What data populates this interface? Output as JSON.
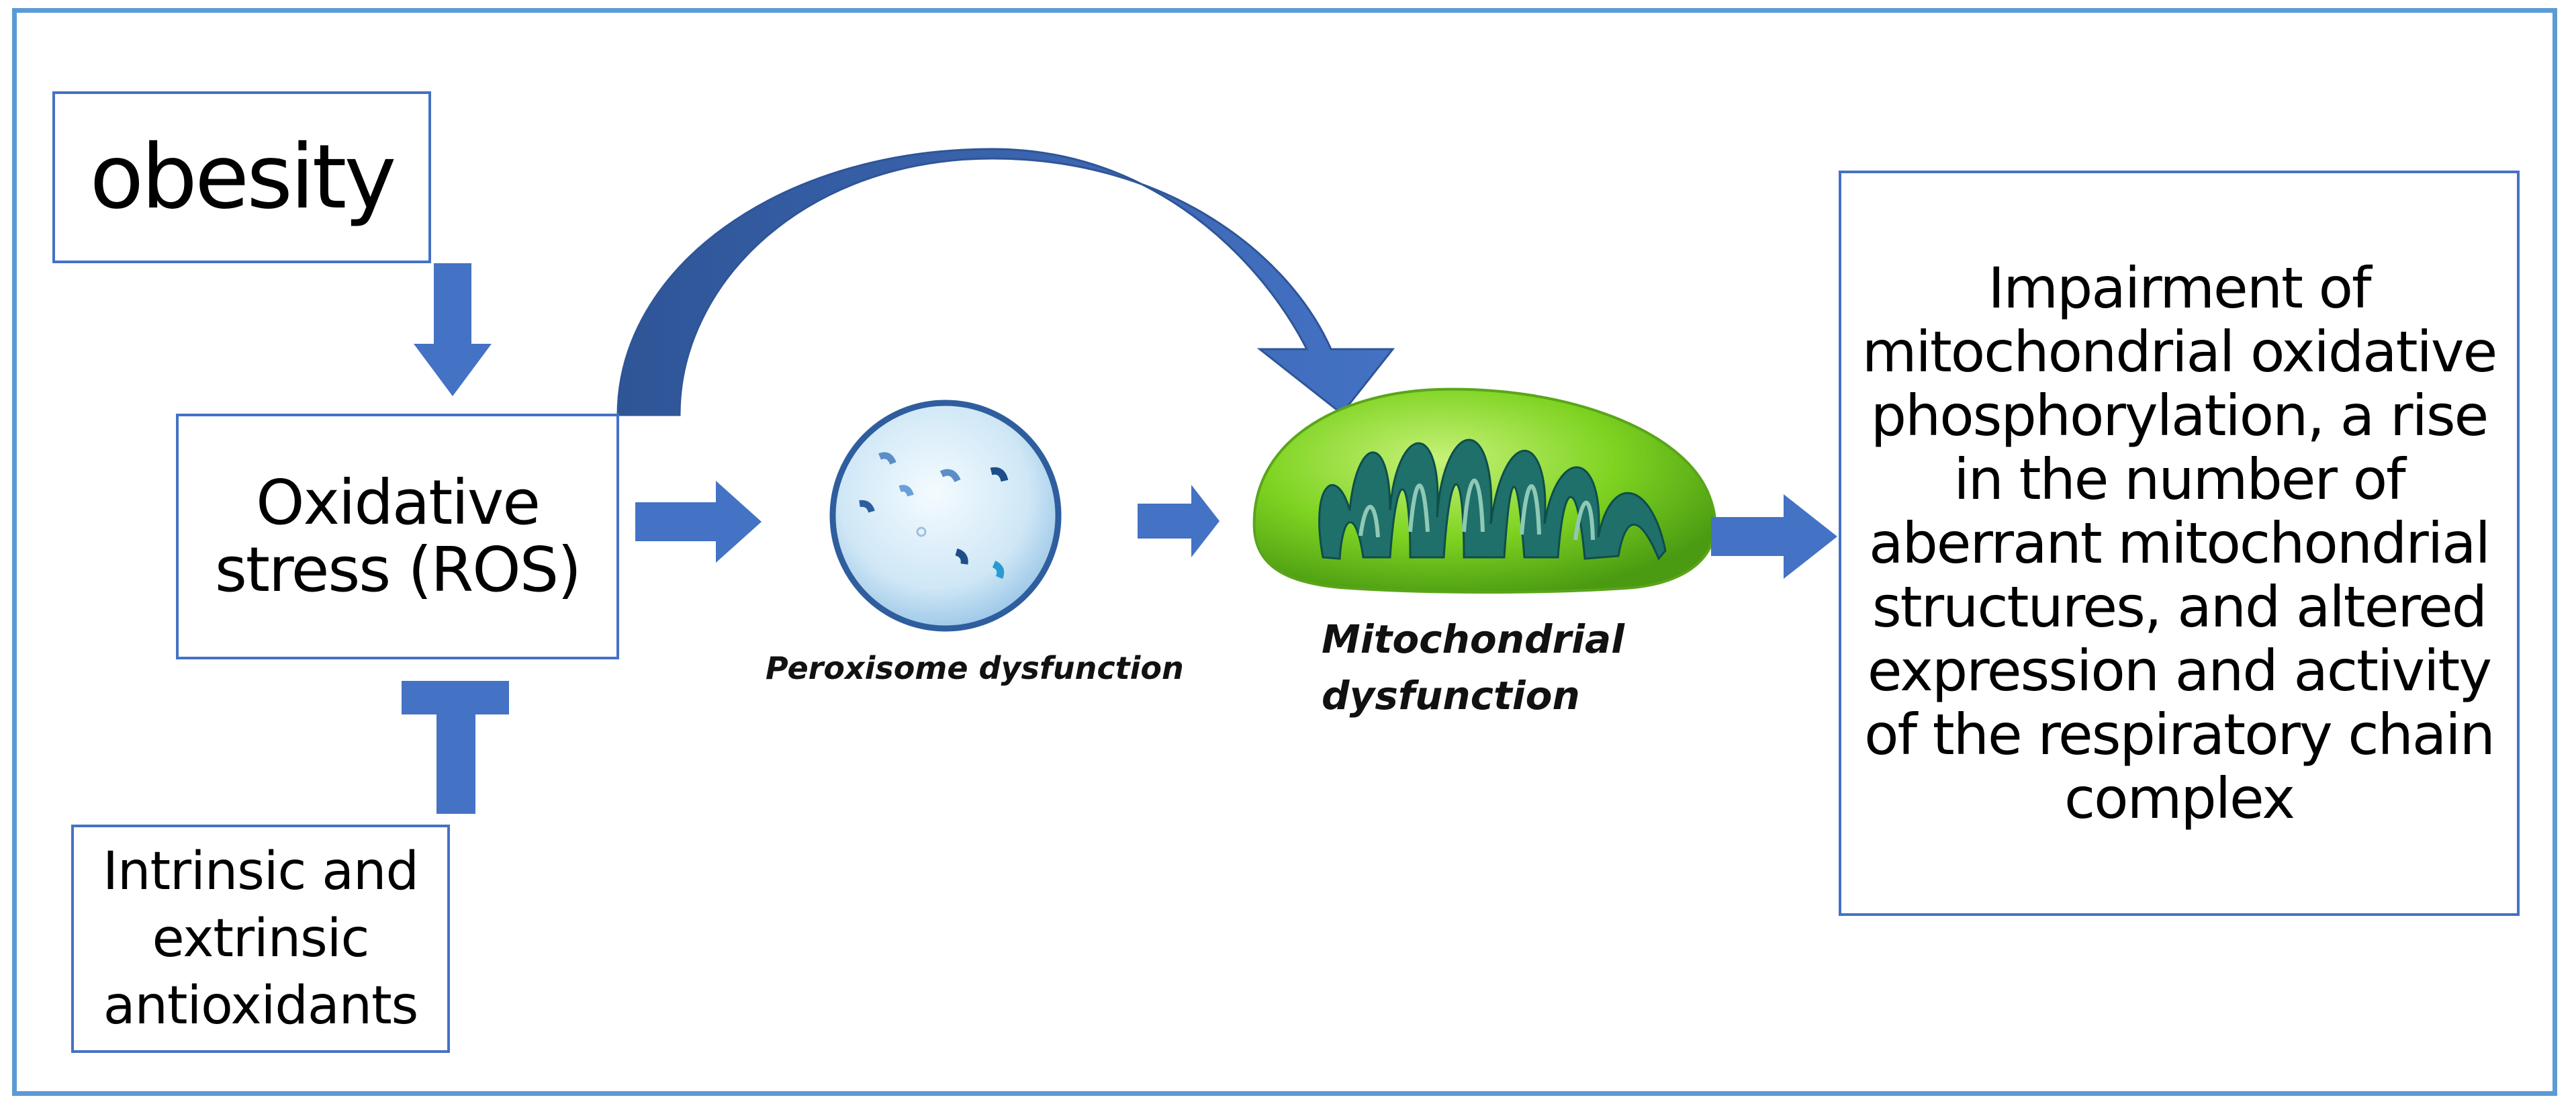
{
  "nodes": {
    "obesity": "obesity",
    "oxidative_stress": "Oxidative stress (ROS)",
    "antioxidants": "Intrinsic and extrinsic antioxidants",
    "peroxisome": "Peroxisome dysfunction",
    "mitochondrial": "Mitochondrial dysfunction",
    "outcome": "Impairment of mitochondrial oxidative phosphorylation, a rise in the number of aberrant mitochondrial structures, and altered expression and activity of the respiratory chain complex"
  },
  "colors": {
    "frame": "#5b9bd5",
    "box_border": "#4472c4",
    "arrow": "#4472c4",
    "mito_green": "#7ed321",
    "mito_inner": "#1f6f6a",
    "peroxisome_fill": "#dceffa"
  }
}
